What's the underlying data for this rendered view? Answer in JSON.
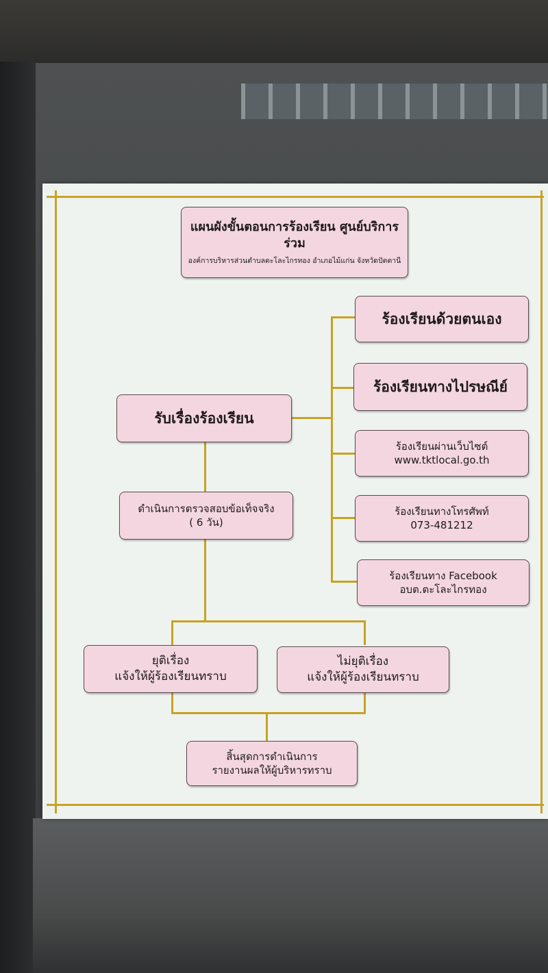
{
  "title": {
    "main": "แผนผังขั้นตอนการร้องเรียน  ศูนย์บริการร่วม",
    "sub": "องค์การบริหารส่วนตำบลตะโละไกรทอง อำเภอไม้แก่น  จังหวัดปัตตานี"
  },
  "receive": "รับเรื่องร้องเรียน",
  "investigate": {
    "line1": "ดำเนินการตรวจสอบข้อเท็จจริง",
    "line2": "( 6  วัน)"
  },
  "channels": [
    {
      "line1": "ร้องเรียนด้วยตนเอง",
      "line2": ""
    },
    {
      "line1": "ร้องเรียนทางไปรษณีย์",
      "line2": ""
    },
    {
      "line1": "ร้องเรียนผ่านเว็บไซต์",
      "line2": "www.tktlocal.go.th"
    },
    {
      "line1": "ร้องเรียนทางโทรศัพท์",
      "line2": "073-481212"
    },
    {
      "line1": "ร้องเรียนทาง Facebook",
      "line2": "อบต.ตะโละไกรทอง"
    }
  ],
  "resolved": {
    "line1": "ยุติเรื่อง",
    "line2": "แจ้งให้ผู้ร้องเรียนทราบ"
  },
  "unresolved": {
    "line1": "ไม่ยุติเรื่อง",
    "line2": "แจ้งให้ผู้ร้องเรียนทราบ"
  },
  "end": {
    "line1": "สิ้นสุดการดำเนินการ",
    "line2": "รายงานผลให้ผู้บริหารทราบ"
  },
  "colors": {
    "box_fill": "#f3d6e0",
    "connector": "#c7a21e",
    "board": "#eef3f0"
  }
}
